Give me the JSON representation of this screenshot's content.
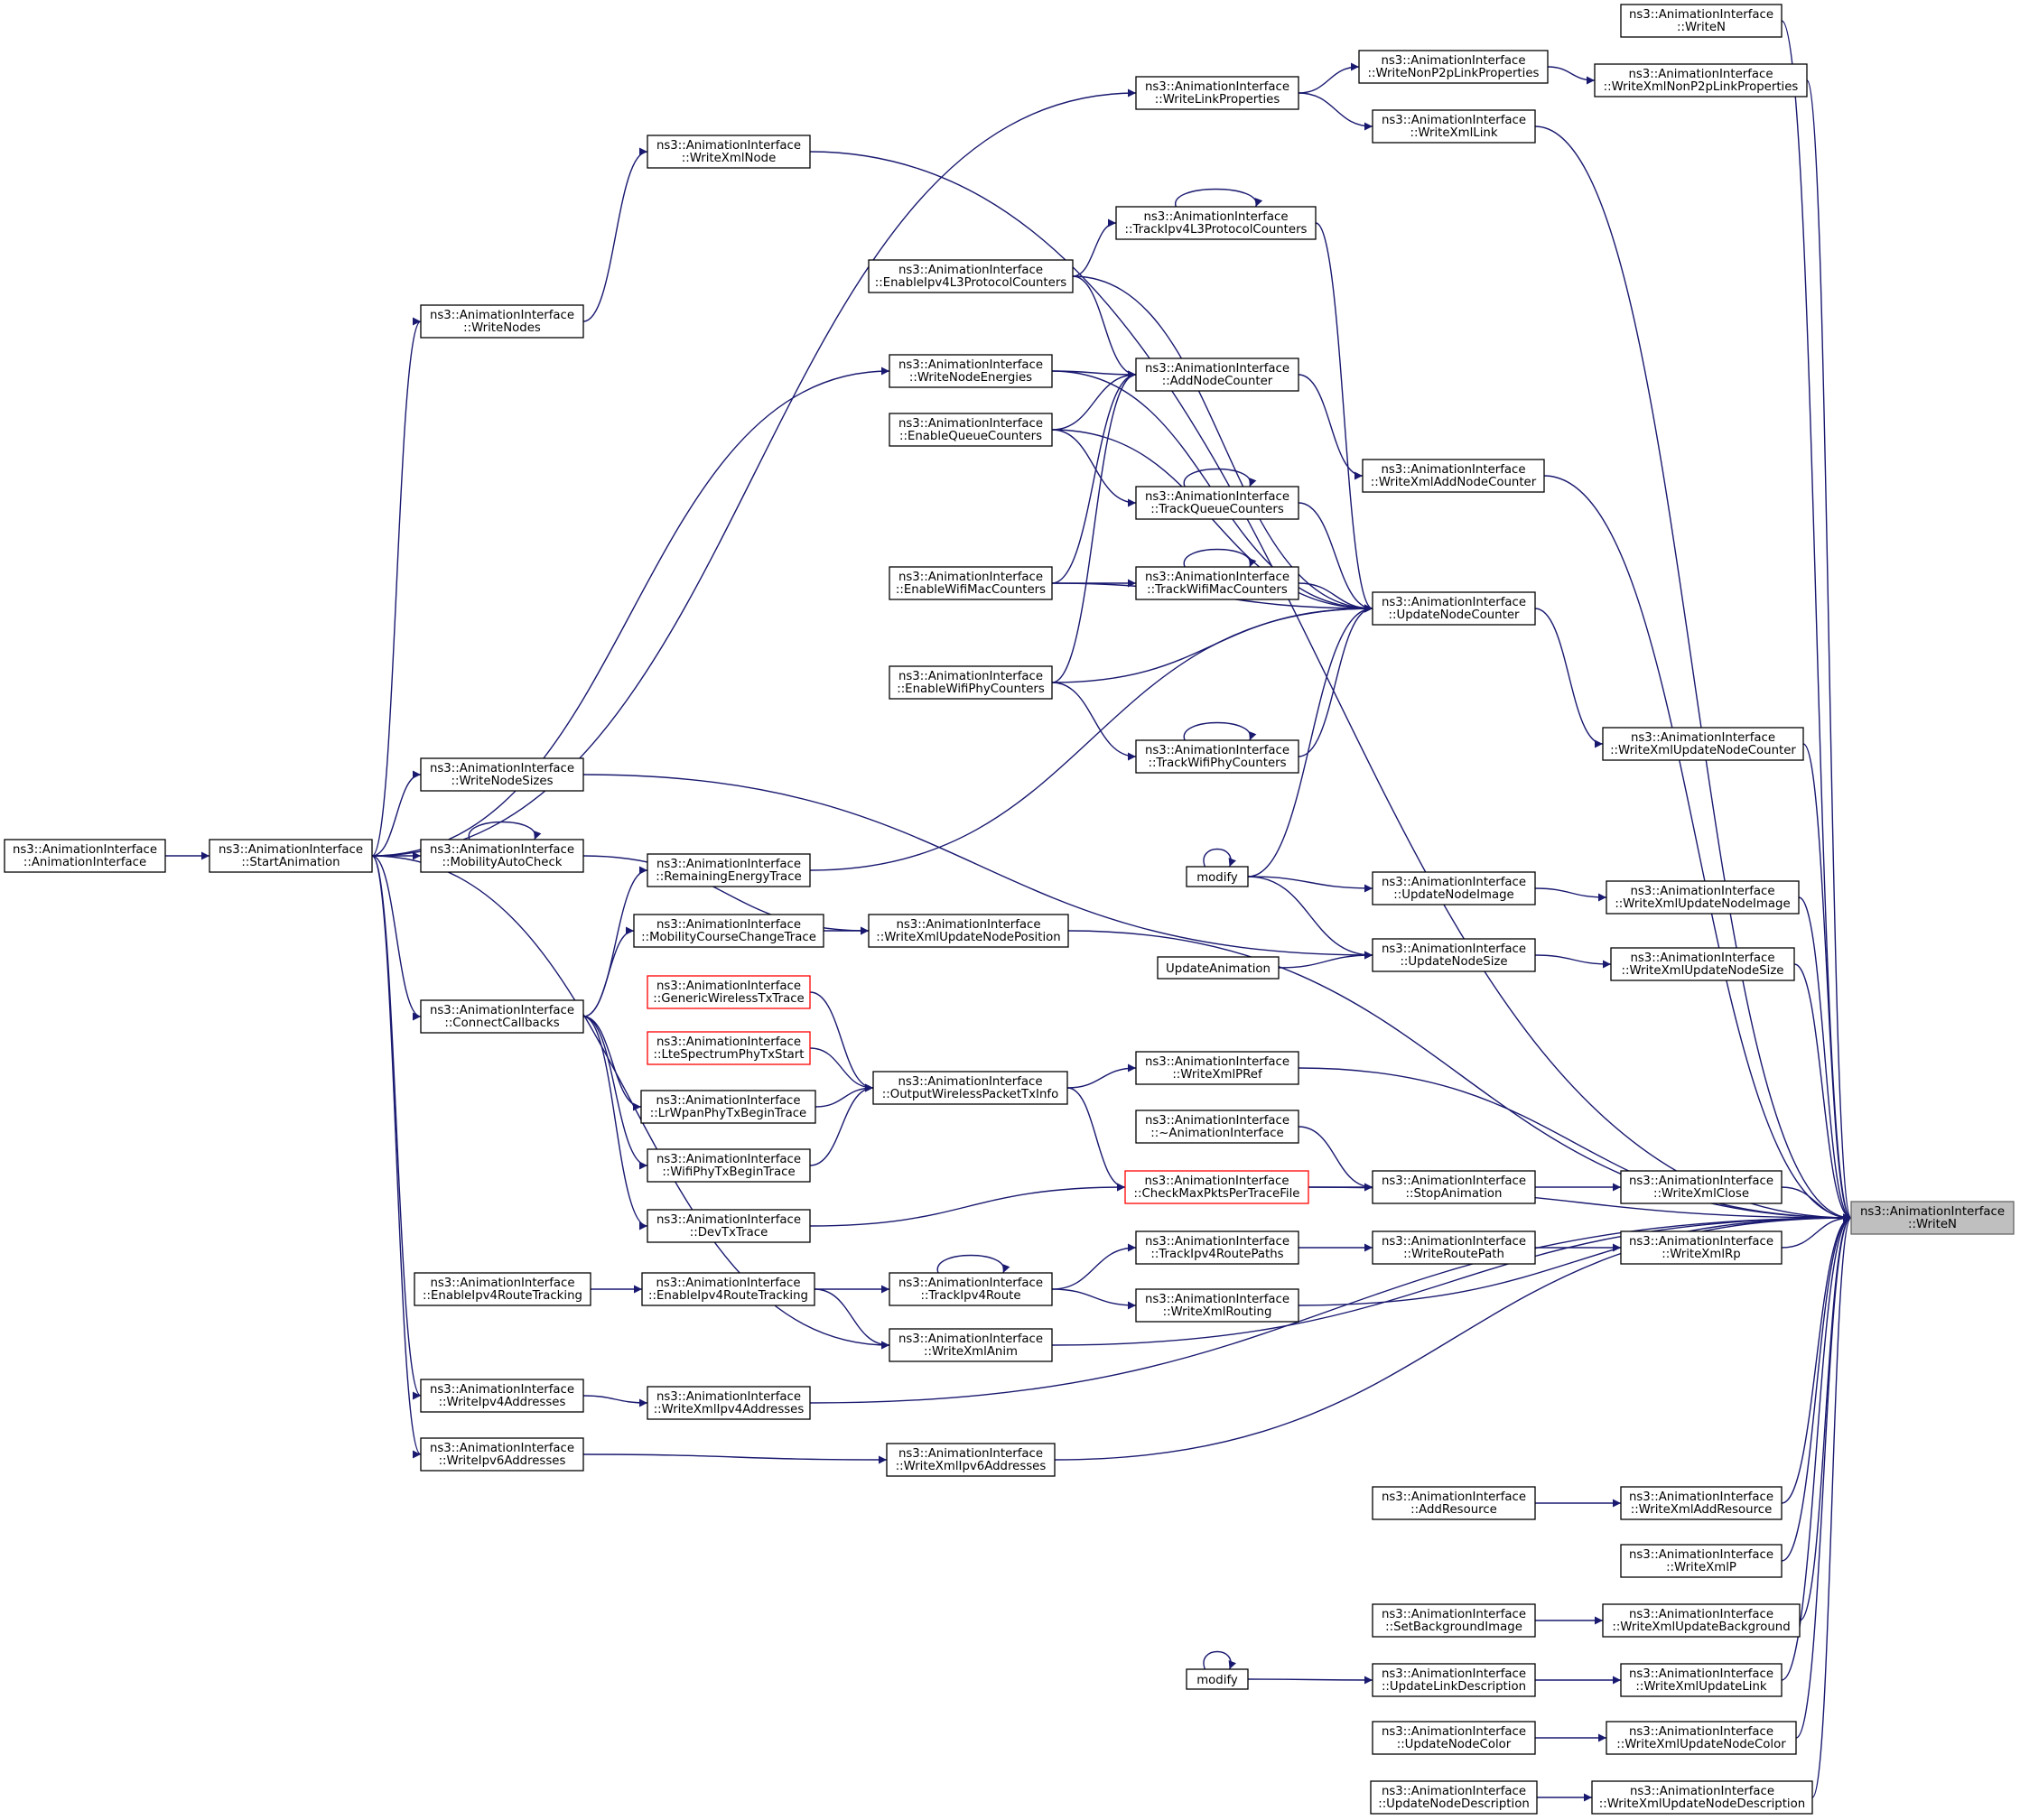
{
  "colors": {
    "edge": "#191970",
    "node_border": "#000000",
    "incomplete_border": "#ff0000",
    "target_fill": "#bfbfbf",
    "background": "#ffffff"
  },
  "nodes": [
    {
      "id": "writen_main",
      "lines": [
        "ns3::AnimationInterface",
        "::WriteN"
      ],
      "style": "target"
    },
    {
      "id": "writen_top",
      "lines": [
        "ns3::AnimationInterface",
        "::WriteN"
      ]
    },
    {
      "id": "writexmlnonp2p",
      "lines": [
        "ns3::AnimationInterface",
        "::WriteXmlNonP2pLinkProperties"
      ]
    },
    {
      "id": "writenonp2p",
      "lines": [
        "ns3::AnimationInterface",
        "::WriteNonP2pLinkProperties"
      ]
    },
    {
      "id": "writelinkprops",
      "lines": [
        "ns3::AnimationInterface",
        "::WriteLinkProperties"
      ]
    },
    {
      "id": "writexmllink",
      "lines": [
        "ns3::AnimationInterface",
        "::WriteXmlLink"
      ]
    },
    {
      "id": "writexmlnode",
      "lines": [
        "ns3::AnimationInterface",
        "::WriteXmlNode"
      ]
    },
    {
      "id": "trackipv4l3",
      "lines": [
        "ns3::AnimationInterface",
        "::TrackIpv4L3ProtocolCounters"
      ]
    },
    {
      "id": "enableipv4l3",
      "lines": [
        "ns3::AnimationInterface",
        "::EnableIpv4L3ProtocolCounters"
      ]
    },
    {
      "id": "writenodes",
      "lines": [
        "ns3::AnimationInterface",
        "::WriteNodes"
      ]
    },
    {
      "id": "writenodeenergies",
      "lines": [
        "ns3::AnimationInterface",
        "::WriteNodeEnergies"
      ]
    },
    {
      "id": "addnodecounter",
      "lines": [
        "ns3::AnimationInterface",
        "::AddNodeCounter"
      ]
    },
    {
      "id": "enablequeue",
      "lines": [
        "ns3::AnimationInterface",
        "::EnableQueueCounters"
      ]
    },
    {
      "id": "writexmladdnodecounter",
      "lines": [
        "ns3::AnimationInterface",
        "::WriteXmlAddNodeCounter"
      ]
    },
    {
      "id": "trackqueue",
      "lines": [
        "ns3::AnimationInterface",
        "::TrackQueueCounters"
      ]
    },
    {
      "id": "enablewifimac",
      "lines": [
        "ns3::AnimationInterface",
        "::EnableWifiMacCounters"
      ]
    },
    {
      "id": "trackwifimac",
      "lines": [
        "ns3::AnimationInterface",
        "::TrackWifiMacCounters"
      ]
    },
    {
      "id": "updatenodecounter",
      "lines": [
        "ns3::AnimationInterface",
        "::UpdateNodeCounter"
      ]
    },
    {
      "id": "enablewifiphy",
      "lines": [
        "ns3::AnimationInterface",
        "::EnableWifiPhyCounters"
      ]
    },
    {
      "id": "writexmlupdatenodecounter",
      "lines": [
        "ns3::AnimationInterface",
        "::WriteXmlUpdateNodeCounter"
      ]
    },
    {
      "id": "trackwifiphy",
      "lines": [
        "ns3::AnimationInterface",
        "::TrackWifiPhyCounters"
      ]
    },
    {
      "id": "writenodesizes",
      "lines": [
        "ns3::AnimationInterface",
        "::WriteNodeSizes"
      ]
    },
    {
      "id": "ctor",
      "lines": [
        "ns3::AnimationInterface",
        "::AnimationInterface"
      ]
    },
    {
      "id": "startanimation",
      "lines": [
        "ns3::AnimationInterface",
        "::StartAnimation"
      ]
    },
    {
      "id": "mobilityautocheck",
      "lines": [
        "ns3::AnimationInterface",
        "::MobilityAutoCheck"
      ]
    },
    {
      "id": "remainingenergy",
      "lines": [
        "ns3::AnimationInterface",
        "::RemainingEnergyTrace"
      ]
    },
    {
      "id": "modify1",
      "lines": [
        "modify"
      ]
    },
    {
      "id": "updatenodeimage",
      "lines": [
        "ns3::AnimationInterface",
        "::UpdateNodeImage"
      ]
    },
    {
      "id": "writexmlupdatenodeimage",
      "lines": [
        "ns3::AnimationInterface",
        "::WriteXmlUpdateNodeImage"
      ]
    },
    {
      "id": "mobilitycourse",
      "lines": [
        "ns3::AnimationInterface",
        "::MobilityCourseChangeTrace"
      ]
    },
    {
      "id": "writexmlupdatenodeposition",
      "lines": [
        "ns3::AnimationInterface",
        "::WriteXmlUpdateNodePosition"
      ]
    },
    {
      "id": "updateanimation",
      "lines": [
        "UpdateAnimation"
      ]
    },
    {
      "id": "updatenodesize",
      "lines": [
        "ns3::AnimationInterface",
        "::UpdateNodeSize"
      ]
    },
    {
      "id": "writexmlupdatenodesize",
      "lines": [
        "ns3::AnimationInterface",
        "::WriteXmlUpdateNodeSize"
      ]
    },
    {
      "id": "genericwireless",
      "lines": [
        "ns3::AnimationInterface",
        "::GenericWirelessTxTrace"
      ],
      "style": "incomplete"
    },
    {
      "id": "connectcallbacks",
      "lines": [
        "ns3::AnimationInterface",
        "::ConnectCallbacks"
      ]
    },
    {
      "id": "ltespectrum",
      "lines": [
        "ns3::AnimationInterface",
        "::LteSpectrumPhyTxStart"
      ],
      "style": "incomplete"
    },
    {
      "id": "writexmlpref",
      "lines": [
        "ns3::AnimationInterface",
        "::WriteXmlPRef"
      ]
    },
    {
      "id": "outputwireless",
      "lines": [
        "ns3::AnimationInterface",
        "::OutputWirelessPacketTxInfo"
      ]
    },
    {
      "id": "lrwpan",
      "lines": [
        "ns3::AnimationInterface",
        "::LrWpanPhyTxBeginTrace"
      ]
    },
    {
      "id": "dtor",
      "lines": [
        "ns3::AnimationInterface",
        "::~AnimationInterface"
      ]
    },
    {
      "id": "wifiphytx",
      "lines": [
        "ns3::AnimationInterface",
        "::WifiPhyTxBeginTrace"
      ]
    },
    {
      "id": "checkmaxpkts",
      "lines": [
        "ns3::AnimationInterface",
        "::CheckMaxPktsPerTraceFile"
      ],
      "style": "incomplete"
    },
    {
      "id": "stopanimation",
      "lines": [
        "ns3::AnimationInterface",
        "::StopAnimation"
      ]
    },
    {
      "id": "writexmlclose",
      "lines": [
        "ns3::AnimationInterface",
        "::WriteXmlClose"
      ]
    },
    {
      "id": "devtx",
      "lines": [
        "ns3::AnimationInterface",
        "::DevTxTrace"
      ]
    },
    {
      "id": "trackipv4routepaths",
      "lines": [
        "ns3::AnimationInterface",
        "::TrackIpv4RoutePaths"
      ]
    },
    {
      "id": "writeroutepath",
      "lines": [
        "ns3::AnimationInterface",
        "::WriteRoutePath"
      ]
    },
    {
      "id": "writexmlrp",
      "lines": [
        "ns3::AnimationInterface",
        "::WriteXmlRp"
      ]
    },
    {
      "id": "enableipv4routetracking_left",
      "lines": [
        "ns3::AnimationInterface",
        "::EnableIpv4RouteTracking"
      ]
    },
    {
      "id": "enableipv4routetracking",
      "lines": [
        "ns3::AnimationInterface",
        "::EnableIpv4RouteTracking"
      ]
    },
    {
      "id": "trackipv4route",
      "lines": [
        "ns3::AnimationInterface",
        "::TrackIpv4Route"
      ]
    },
    {
      "id": "writexmlrouting",
      "lines": [
        "ns3::AnimationInterface",
        "::WriteXmlRouting"
      ]
    },
    {
      "id": "writexmlanim",
      "lines": [
        "ns3::AnimationInterface",
        "::WriteXmlAnim"
      ]
    },
    {
      "id": "writeipv4addresses",
      "lines": [
        "ns3::AnimationInterface",
        "::WriteIpv4Addresses"
      ]
    },
    {
      "id": "writexmlipv4addresses",
      "lines": [
        "ns3::AnimationInterface",
        "::WriteXmlIpv4Addresses"
      ]
    },
    {
      "id": "writeipv6addresses",
      "lines": [
        "ns3::AnimationInterface",
        "::WriteIpv6Addresses"
      ]
    },
    {
      "id": "writexmlipv6addresses",
      "lines": [
        "ns3::AnimationInterface",
        "::WriteXmlIpv6Addresses"
      ]
    },
    {
      "id": "addresource",
      "lines": [
        "ns3::AnimationInterface",
        "::AddResource"
      ]
    },
    {
      "id": "writexmladdresource",
      "lines": [
        "ns3::AnimationInterface",
        "::WriteXmlAddResource"
      ]
    },
    {
      "id": "writexmlp",
      "lines": [
        "ns3::AnimationInterface",
        "::WriteXmlP"
      ]
    },
    {
      "id": "setbackgroundimage",
      "lines": [
        "ns3::AnimationInterface",
        "::SetBackgroundImage"
      ]
    },
    {
      "id": "writexmlupdatebackground",
      "lines": [
        "ns3::AnimationInterface",
        "::WriteXmlUpdateBackground"
      ]
    },
    {
      "id": "modify2",
      "lines": [
        "modify"
      ]
    },
    {
      "id": "updatelinkdescription",
      "lines": [
        "ns3::AnimationInterface",
        "::UpdateLinkDescription"
      ]
    },
    {
      "id": "writexmlupdatelink",
      "lines": [
        "ns3::AnimationInterface",
        "::WriteXmlUpdateLink"
      ]
    },
    {
      "id": "updatenodecolor",
      "lines": [
        "ns3::AnimationInterface",
        "::UpdateNodeColor"
      ]
    },
    {
      "id": "writexmlupdatenodecolor",
      "lines": [
        "ns3::AnimationInterface",
        "::WriteXmlUpdateNodeColor"
      ]
    },
    {
      "id": "updatenodedescription",
      "lines": [
        "ns3::AnimationInterface",
        "::UpdateNodeDescription"
      ]
    },
    {
      "id": "writexmlupdatenodedescription",
      "lines": [
        "ns3::AnimationInterface",
        "::WriteXmlUpdateNodeDescription"
      ]
    }
  ],
  "edges": [
    [
      "writen_top",
      "writen_main"
    ],
    [
      "writexmlnonp2p",
      "writen_main"
    ],
    [
      "writexmllink",
      "writen_main"
    ],
    [
      "writexmlnode",
      "writen_main"
    ],
    [
      "writexmladdnodecounter",
      "writen_main"
    ],
    [
      "writexmlupdatenodecounter",
      "writen_main"
    ],
    [
      "writexmlupdatenodeimage",
      "writen_main"
    ],
    [
      "writexmlupdatenodesize",
      "writen_main"
    ],
    [
      "writexmlupdatenodeposition",
      "writen_main"
    ],
    [
      "writexmlpref",
      "writen_main"
    ],
    [
      "writexmlclose",
      "writen_main"
    ],
    [
      "writexmlrp",
      "writen_main"
    ],
    [
      "writexmlrouting",
      "writen_main"
    ],
    [
      "writexmlanim",
      "writen_main"
    ],
    [
      "writexmlipv4addresses",
      "writen_main"
    ],
    [
      "writexmlipv6addresses",
      "writen_main"
    ],
    [
      "writexmladdresource",
      "writen_main"
    ],
    [
      "writexmlp",
      "writen_main"
    ],
    [
      "writexmlupdatebackground",
      "writen_main"
    ],
    [
      "writexmlupdatelink",
      "writen_main"
    ],
    [
      "writexmlupdatenodecolor",
      "writen_main"
    ],
    [
      "writexmlupdatenodedescription",
      "writen_main"
    ],
    [
      "checkmaxpkts",
      "writen_main"
    ],
    [
      "writenonp2p",
      "writexmlnonp2p"
    ],
    [
      "writelinkprops",
      "writenonp2p"
    ],
    [
      "writelinkprops",
      "writexmllink"
    ],
    [
      "startanimation",
      "writelinkprops"
    ],
    [
      "writenodes",
      "writexmlnode"
    ],
    [
      "startanimation",
      "writenodes"
    ],
    [
      "enableipv4l3",
      "trackipv4l3"
    ],
    [
      "trackipv4l3",
      "trackipv4l3"
    ],
    [
      "trackipv4l3",
      "updatenodecounter"
    ],
    [
      "enableipv4l3",
      "addnodecounter"
    ],
    [
      "enableipv4l3",
      "updatenodecounter"
    ],
    [
      "writenodeenergies",
      "addnodecounter"
    ],
    [
      "writenodeenergies",
      "updatenodecounter"
    ],
    [
      "startanimation",
      "writenodeenergies"
    ],
    [
      "enablequeue",
      "addnodecounter"
    ],
    [
      "enablequeue",
      "trackqueue"
    ],
    [
      "enablequeue",
      "updatenodecounter"
    ],
    [
      "trackqueue",
      "trackqueue"
    ],
    [
      "trackqueue",
      "updatenodecounter"
    ],
    [
      "enablewifimac",
      "addnodecounter"
    ],
    [
      "enablewifimac",
      "trackwifimac"
    ],
    [
      "enablewifimac",
      "updatenodecounter"
    ],
    [
      "trackwifimac",
      "trackwifimac"
    ],
    [
      "trackwifimac",
      "updatenodecounter"
    ],
    [
      "enablewifiphy",
      "addnodecounter"
    ],
    [
      "enablewifiphy",
      "trackwifiphy"
    ],
    [
      "enablewifiphy",
      "updatenodecounter"
    ],
    [
      "trackwifiphy",
      "trackwifiphy"
    ],
    [
      "trackwifiphy",
      "updatenodecounter"
    ],
    [
      "addnodecounter",
      "writexmladdnodecounter"
    ],
    [
      "updatenodecounter",
      "writexmlupdatenodecounter"
    ],
    [
      "remainingenergy",
      "updatenodecounter"
    ],
    [
      "modify1",
      "updatenodecounter"
    ],
    [
      "modify1",
      "modify1"
    ],
    [
      "modify1",
      "updatenodeimage"
    ],
    [
      "modify1",
      "updatenodesize"
    ],
    [
      "updatenodeimage",
      "writexmlupdatenodeimage"
    ],
    [
      "updatenodesize",
      "writexmlupdatenodesize"
    ],
    [
      "updateanimation",
      "updatenodesize"
    ],
    [
      "writenodesizes",
      "updatenodesize"
    ],
    [
      "startanimation",
      "writenodesizes"
    ],
    [
      "ctor",
      "startanimation"
    ],
    [
      "startanimation",
      "mobilityautocheck"
    ],
    [
      "mobilityautocheck",
      "mobilityautocheck"
    ],
    [
      "mobilityautocheck",
      "writexmlupdatenodeposition"
    ],
    [
      "mobilitycourse",
      "writexmlupdatenodeposition"
    ],
    [
      "startanimation",
      "connectcallbacks"
    ],
    [
      "connectcallbacks",
      "remainingenergy"
    ],
    [
      "connectcallbacks",
      "mobilitycourse"
    ],
    [
      "connectcallbacks",
      "lrwpan"
    ],
    [
      "connectcallbacks",
      "wifiphytx"
    ],
    [
      "connectcallbacks",
      "devtx"
    ],
    [
      "genericwireless",
      "outputwireless"
    ],
    [
      "ltespectrum",
      "outputwireless"
    ],
    [
      "lrwpan",
      "outputwireless"
    ],
    [
      "wifiphytx",
      "outputwireless"
    ],
    [
      "outputwireless",
      "writexmlpref"
    ],
    [
      "outputwireless",
      "checkmaxpkts"
    ],
    [
      "devtx",
      "checkmaxpkts"
    ],
    [
      "checkmaxpkts",
      "stopanimation"
    ],
    [
      "dtor",
      "stopanimation"
    ],
    [
      "stopanimation",
      "writexmlclose"
    ],
    [
      "trackipv4routepaths",
      "writeroutepath"
    ],
    [
      "writeroutepath",
      "writexmlrp"
    ],
    [
      "trackipv4route",
      "trackipv4routepaths"
    ],
    [
      "trackipv4route",
      "trackipv4route"
    ],
    [
      "trackipv4route",
      "writexmlrouting"
    ],
    [
      "enableipv4routetracking",
      "trackipv4route"
    ],
    [
      "enableipv4routetracking_left",
      "enableipv4routetracking"
    ],
    [
      "enableipv4routetracking",
      "writexmlanim"
    ],
    [
      "startanimation",
      "writexmlanim"
    ],
    [
      "startanimation",
      "writeipv4addresses"
    ],
    [
      "writeipv4addresses",
      "writexmlipv4addresses"
    ],
    [
      "startanimation",
      "writeipv6addresses"
    ],
    [
      "writeipv6addresses",
      "writexmlipv6addresses"
    ],
    [
      "addresource",
      "writexmladdresource"
    ],
    [
      "setbackgroundimage",
      "writexmlupdatebackground"
    ],
    [
      "modify2",
      "modify2"
    ],
    [
      "modify2",
      "updatelinkdescription"
    ],
    [
      "updatelinkdescription",
      "writexmlupdatelink"
    ],
    [
      "updatenodecolor",
      "writexmlupdatenodecolor"
    ],
    [
      "updatenodedescription",
      "writexmlupdatenodedescription"
    ]
  ]
}
